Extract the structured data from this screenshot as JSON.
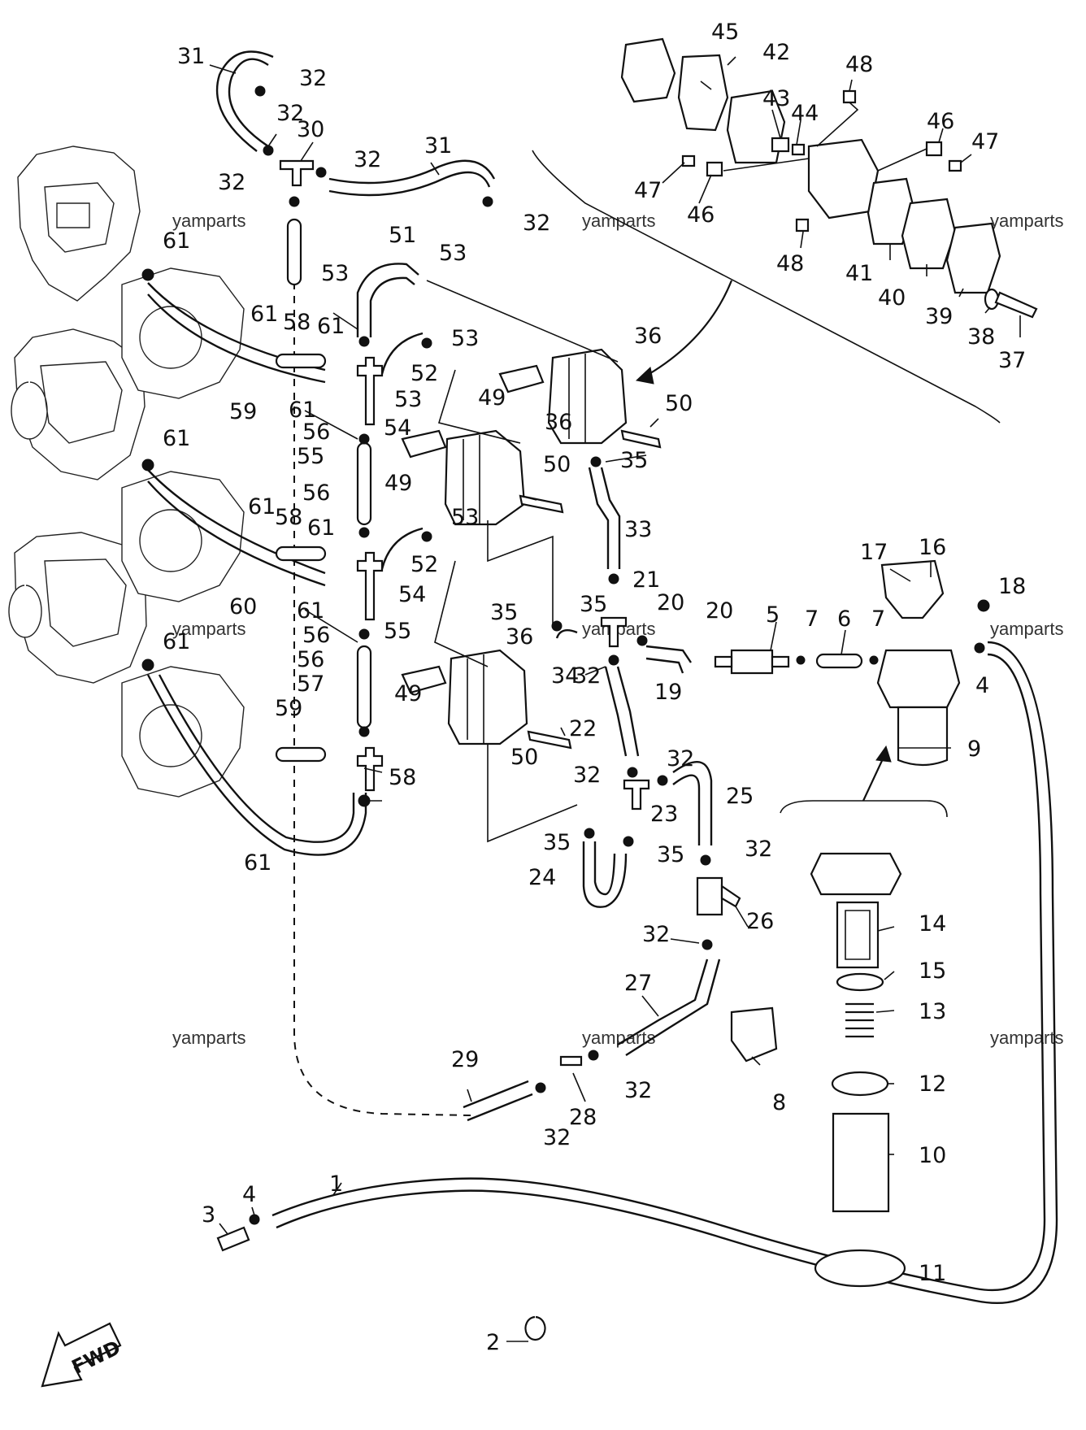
{
  "watermark": "yamparts",
  "fwd_label": "FWD",
  "colors": {
    "line": "#111111",
    "background": "#ffffff"
  },
  "callouts": [
    "1",
    "2",
    "3",
    "4",
    "4",
    "5",
    "6",
    "7",
    "7",
    "8",
    "9",
    "10",
    "11",
    "12",
    "13",
    "14",
    "15",
    "16",
    "17",
    "18",
    "19",
    "20",
    "20",
    "21",
    "22",
    "23",
    "24",
    "25",
    "26",
    "27",
    "28",
    "29",
    "30",
    "31",
    "31",
    "32",
    "32",
    "32",
    "32",
    "32",
    "32",
    "32",
    "32",
    "32",
    "32",
    "32",
    "32",
    "33",
    "34",
    "35",
    "35",
    "35",
    "35",
    "35",
    "36",
    "36",
    "36",
    "37",
    "38",
    "39",
    "40",
    "41",
    "42",
    "43",
    "44",
    "45",
    "46",
    "46",
    "47",
    "47",
    "48",
    "48",
    "49",
    "49",
    "49",
    "50",
    "50",
    "50",
    "51",
    "52",
    "52",
    "53",
    "53",
    "53",
    "53",
    "53",
    "54",
    "54",
    "55",
    "55",
    "56",
    "56",
    "56",
    "56",
    "57",
    "58",
    "58",
    "58",
    "59",
    "59",
    "60",
    "61",
    "61",
    "61",
    "61",
    "61",
    "61",
    "61",
    "61",
    "61",
    "61"
  ]
}
